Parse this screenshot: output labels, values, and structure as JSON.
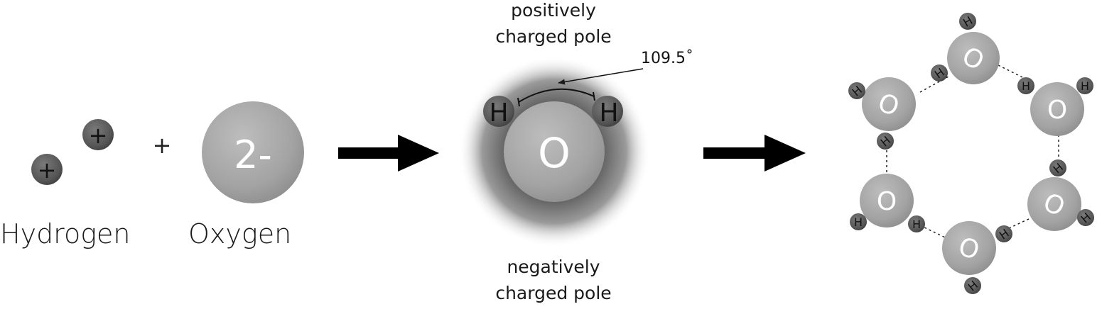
{
  "labels": {
    "hydrogen": "Hydrogen",
    "oxygen": "Oxygen",
    "positive_pole_line1": "positively",
    "positive_pole_line2": "charged pole",
    "negative_pole_line1": "negatively",
    "negative_pole_line2": "charged pole",
    "angle": "109.5˚"
  },
  "symbols": {
    "plus": "+",
    "oxygen_ion_charge": "2-",
    "oxygen_atom": "O",
    "hydrogen_atom": "H"
  },
  "colors": {
    "atom_light": "#a6a6a6",
    "atom_dark": "#5a5a5a",
    "arrow": "#000000",
    "cloud": "#555555"
  }
}
